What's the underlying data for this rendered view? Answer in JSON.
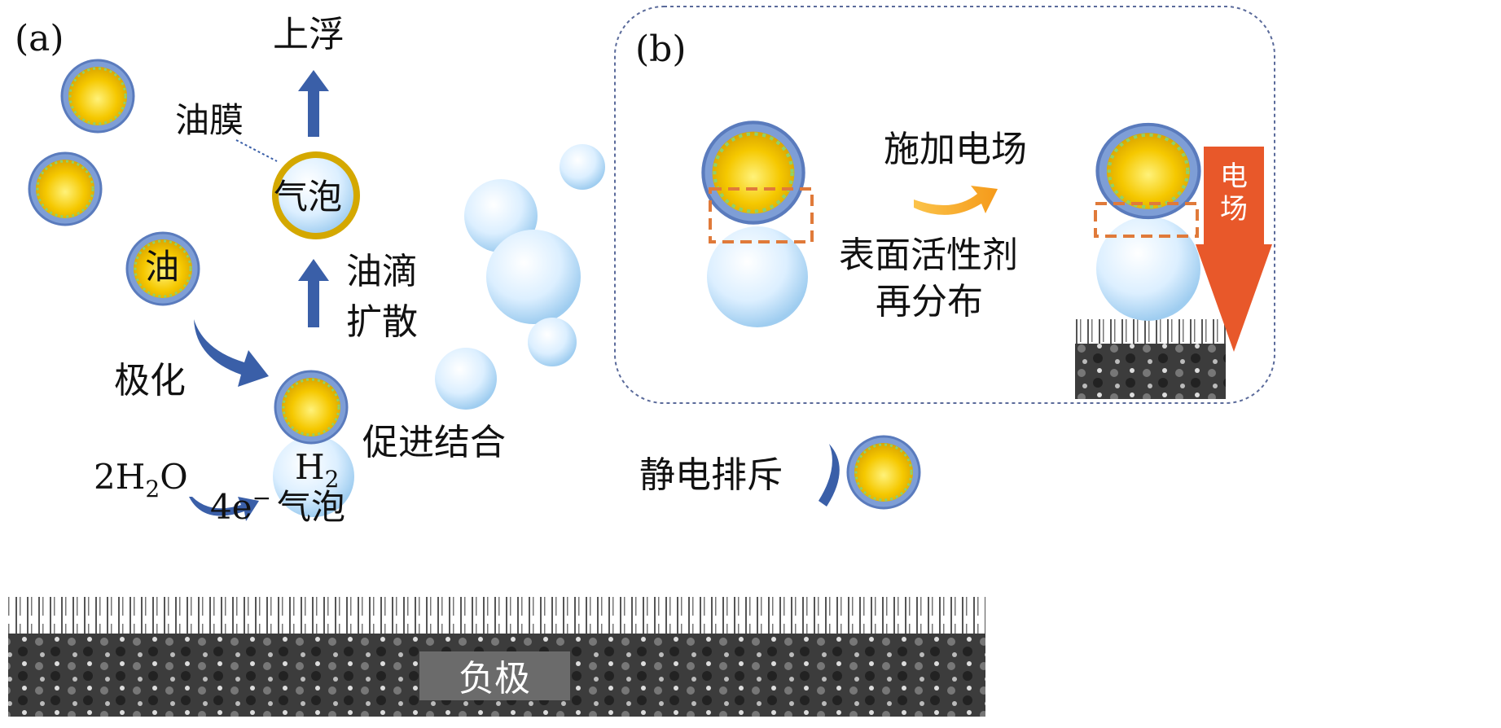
{
  "panel_a": {
    "label": "(a)",
    "float_up": "上浮",
    "oil_film": "油膜",
    "bubble": "气泡",
    "oil": "油",
    "droplet_diffusion_line1": "油滴",
    "droplet_diffusion_line2": "扩散",
    "polarization": "极化",
    "promote_binding": "促进结合",
    "h2": {
      "base": "H",
      "sub": "2"
    },
    "water": {
      "pre": "2H",
      "sub": "2",
      "post": "O"
    },
    "electrons": {
      "base": "4e",
      "sup": "−"
    },
    "bubble_bottom": "气泡",
    "electrostatic_repulsion": "静电排斥",
    "cathode": "负极"
  },
  "panel_b": {
    "label": "(b)",
    "apply_field": "施加电场",
    "surfactant_line1": "表面活性剂",
    "surfactant_line2": "再分布",
    "field_char1": "电",
    "field_char2": "场"
  },
  "colors": {
    "arrow_blue": "#3a5fa8",
    "oil_yellow": "#f2c200",
    "shell_blue": "#6f8fc8",
    "field_red": "#e8582a",
    "dash_orange": "#e07a3a",
    "electrode": "#3a3a3a"
  }
}
